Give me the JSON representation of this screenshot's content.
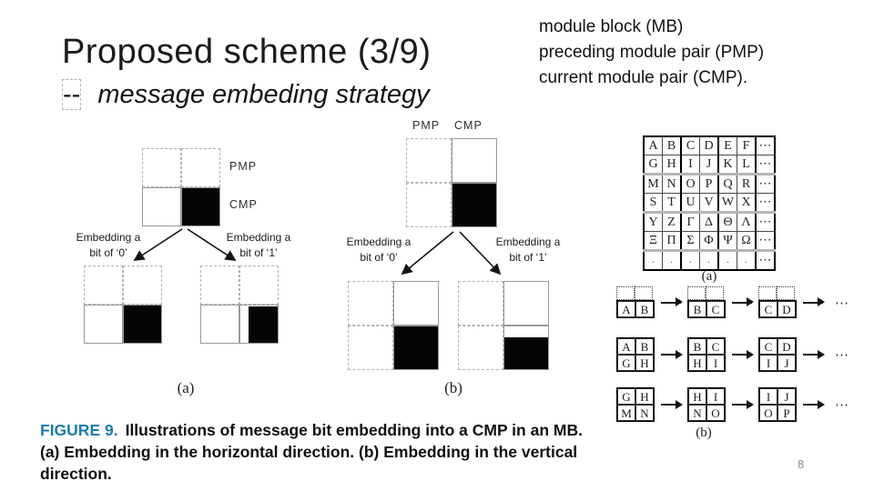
{
  "slide": {
    "title": "Proposed scheme (3/9)",
    "subtitle_dash": "--",
    "subtitle": "message embeding strategy",
    "page_number": "8"
  },
  "definitions": {
    "line1": "module block (MB)",
    "line2": "preceding module pair (PMP)",
    "line3": "current module pair (CMP)."
  },
  "diagram_a": {
    "pmp_label": "PMP",
    "cmp_label": "CMP",
    "embed0_line1": "Embedding a",
    "embed0_line2": "bit of ‘0’",
    "embed1_line1": "Embedding a",
    "embed1_line2": "bit of ‘1’",
    "label": "(a)"
  },
  "diagram_b": {
    "pmp_label": "PMP",
    "cmp_label": "CMP",
    "embed0_line1": "Embedding a",
    "embed0_line2": "bit of ‘0’",
    "embed1_line1": "Embedding a",
    "embed1_line2": "bit of ‘1’",
    "label": "(b)"
  },
  "figure": {
    "table": {
      "rows": [
        [
          "A",
          "B",
          "C",
          "D",
          "E",
          "F",
          "⋯"
        ],
        [
          "G",
          "H",
          "I",
          "J",
          "K",
          "L",
          "⋯"
        ],
        [
          "M",
          "N",
          "O",
          "P",
          "Q",
          "R",
          "⋯"
        ],
        [
          "S",
          "T",
          "U",
          "V",
          "W",
          "X",
          "⋯"
        ],
        [
          "Y",
          "Z",
          "Γ",
          "Δ",
          "Θ",
          "Λ",
          "⋯"
        ],
        [
          "Ξ",
          "Π",
          "Σ",
          "Φ",
          "Ψ",
          "Ω",
          "⋯"
        ],
        [
          ".",
          ".",
          ".",
          ".",
          ".",
          ".",
          "⋯"
        ]
      ],
      "label": "(a)"
    },
    "sequences": [
      {
        "type": "half",
        "blocks": [
          [
            "A",
            "B"
          ],
          [
            "B",
            "C"
          ],
          [
            "C",
            "D"
          ]
        ],
        "ellipsis": "⋯"
      },
      {
        "type": "full",
        "blocks": [
          [
            [
              "A",
              "B"
            ],
            [
              "G",
              "H"
            ]
          ],
          [
            [
              "B",
              "C"
            ],
            [
              "H",
              "I"
            ]
          ],
          [
            [
              "C",
              "D"
            ],
            [
              "I",
              "J"
            ]
          ]
        ],
        "ellipsis": "⋯"
      },
      {
        "type": "full",
        "blocks": [
          [
            [
              "G",
              "H"
            ],
            [
              "M",
              "N"
            ]
          ],
          [
            [
              "H",
              "I"
            ],
            [
              "N",
              "O"
            ]
          ],
          [
            [
              "I",
              "J"
            ],
            [
              "O",
              "P"
            ]
          ]
        ],
        "ellipsis": "⋯"
      }
    ],
    "label_b": "(b)"
  },
  "caption": {
    "tag": "FIGURE 9.",
    "line1": "Illustrations of message bit embedding into a CMP in an MB.",
    "line2": "(a) Embedding in the horizontal direction. (b) Embedding in the vertical",
    "line3": "direction.",
    "tag_color": "#1b7ca8"
  }
}
